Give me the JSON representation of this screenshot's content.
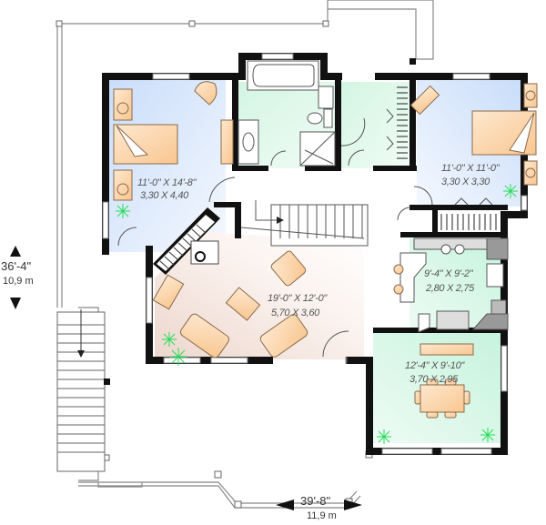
{
  "plan": {
    "overall_depth": {
      "imperial": "36'-4\"",
      "metric": "10,9 m"
    },
    "overall_width": {
      "imperial": "39'-8\"",
      "metric": "11,9 m"
    },
    "rooms": [
      {
        "name": "bedroom-left",
        "imperial": "11'-0\" X 14'-8\"",
        "metric": "3,30 X 4,40"
      },
      {
        "name": "bedroom-right",
        "imperial": "11'-0\" X 11'-0\"",
        "metric": "3,30 X 3,30"
      },
      {
        "name": "living-room",
        "imperial": "19'-0\" X 12'-0\"",
        "metric": "5,70 X 3,60"
      },
      {
        "name": "kitchen",
        "imperial": "9'-4\" X 9'-2\"",
        "metric": "2,80 X 2,75"
      },
      {
        "name": "dining-room",
        "imperial": "12'-4\" X 9'-10\"",
        "metric": "3,70 X 2,95"
      }
    ],
    "colors": {
      "wall": "#111111",
      "bedroom_fill": "#dbe9fb",
      "wet_fill": "#d9f7e6",
      "living_fill": "#f3e4dc",
      "furniture": "#fcd2a6",
      "furniture_stroke": "#8a6a4a",
      "plant": "#22dd55",
      "deck_line": "#888888"
    }
  }
}
